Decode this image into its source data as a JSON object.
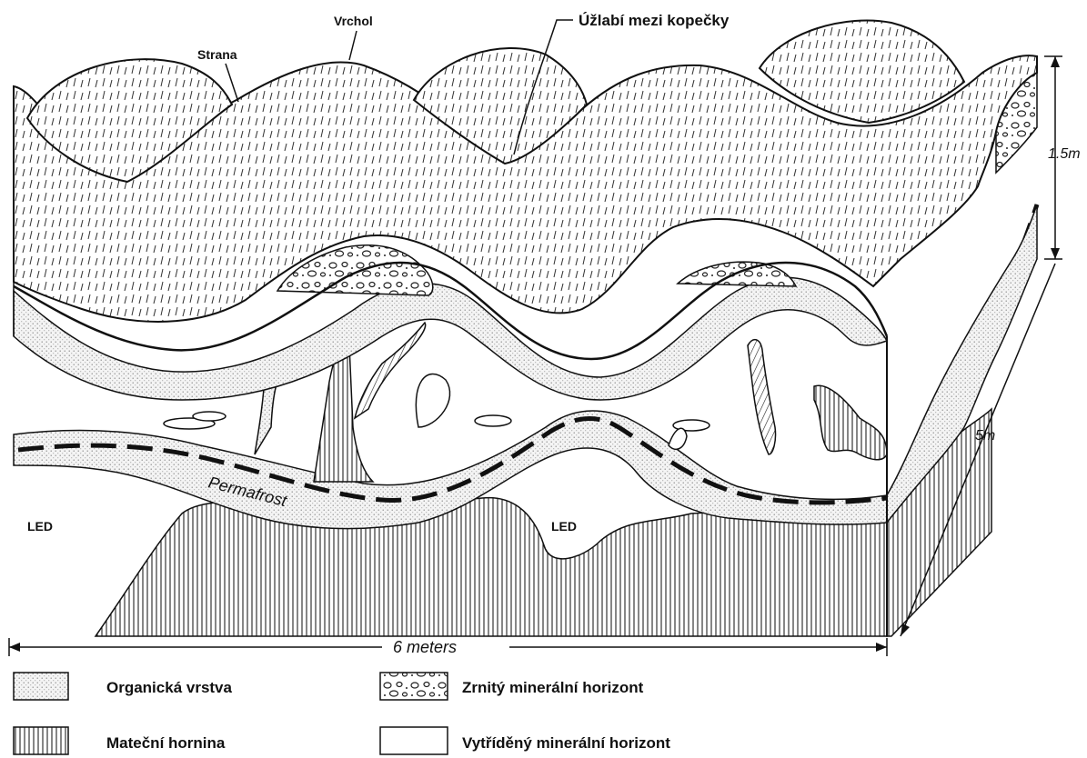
{
  "labels": {
    "vrchol": "Vrchol",
    "strana": "Strana",
    "uzlabi": "Úžlabí mezi kopečky",
    "permafrost": "Permafrost",
    "led_left": "LED",
    "led_center": "LED",
    "height_dim": "1.5m",
    "depth_dim": "5m",
    "width_dim": "6 meters"
  },
  "legend": [
    {
      "pattern": "dots",
      "label": "Organická vrstva"
    },
    {
      "pattern": "gravel",
      "label": "Zrnitý minerální horizont"
    },
    {
      "pattern": "vertical-lines",
      "label": "Mateční hornina"
    },
    {
      "pattern": "blank",
      "label": "Vytříděný minerální horizont"
    }
  ]
}
